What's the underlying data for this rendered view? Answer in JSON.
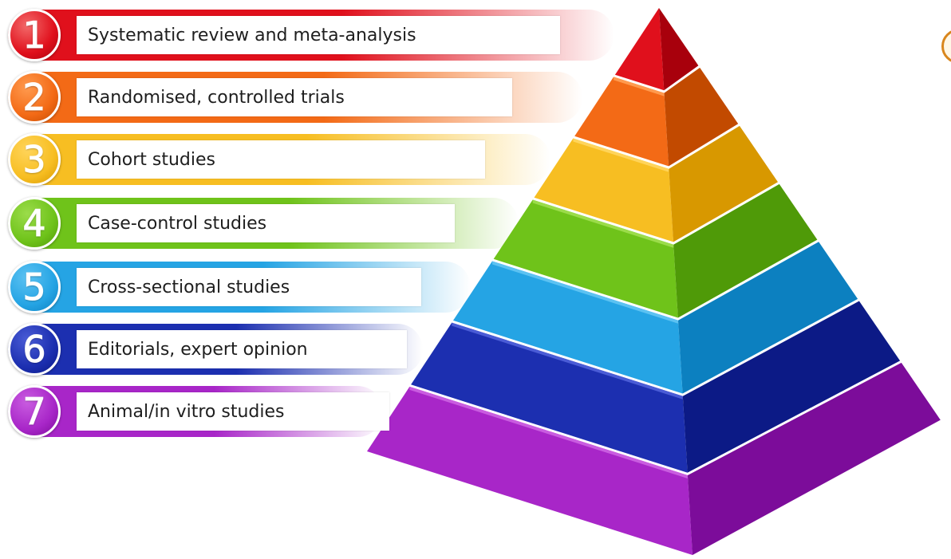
{
  "levels": [
    {
      "number": "1",
      "label": "Systematic review and meta-analysis",
      "color": "#e0101c",
      "light": "#f36a6a",
      "side": "#a8000c"
    },
    {
      "number": "2",
      "label": "Randomised, controlled trials",
      "color": "#f36a16",
      "light": "#ff9a4e",
      "side": "#c24a00"
    },
    {
      "number": "3",
      "label": "Cohort studies",
      "color": "#f7be22",
      "light": "#ffd45a",
      "side": "#d89800"
    },
    {
      "number": "4",
      "label": "Case-control studies",
      "color": "#6fc31a",
      "light": "#9bdc4a",
      "side": "#4f9a08"
    },
    {
      "number": "5",
      "label": "Cross-sectional studies",
      "color": "#25a4e4",
      "light": "#5cc2f2",
      "side": "#0c80c0"
    },
    {
      "number": "6",
      "label": "Editorials, expert opinion",
      "color": "#1c2fb0",
      "light": "#4a5cd6",
      "side": "#0c1a86"
    },
    {
      "number": "7",
      "label": "Animal/in vitro studies",
      "color": "#a826c8",
      "light": "#c95ce0",
      "side": "#7c0c9a"
    }
  ]
}
